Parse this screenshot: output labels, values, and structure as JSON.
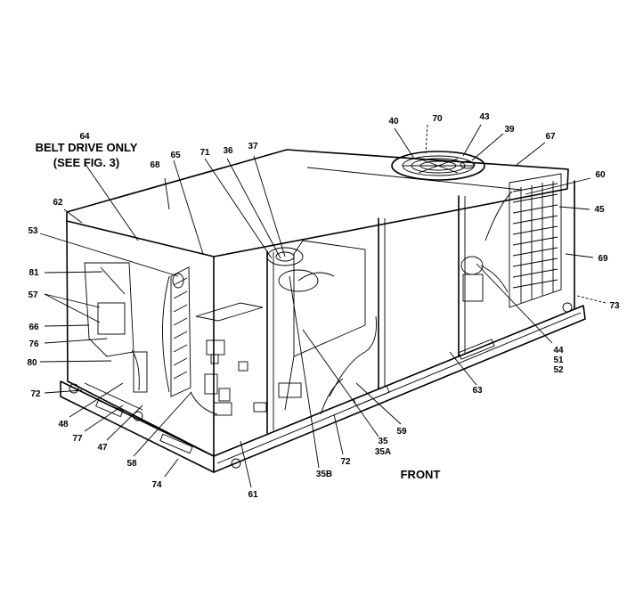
{
  "header_text": "BELT DRIVE ONLY",
  "header_sub": "(SEE FIG. 3)",
  "front_label": "FRONT",
  "callouts": {
    "c64": "64",
    "c68": "68",
    "c65": "65",
    "c71": "71",
    "c36": "36",
    "c37": "37",
    "c40": "40",
    "c70": "70",
    "c43": "43",
    "c39": "39",
    "c67": "67",
    "c60": "60",
    "c45": "45",
    "c69": "69",
    "c73": "73",
    "c44": "44",
    "c51": "51",
    "c52": "52",
    "c62": "62",
    "c53": "53",
    "c81": "81",
    "c57": "57",
    "c66": "66",
    "c76": "76",
    "c80": "80",
    "c72a": "72",
    "c48": "48",
    "c77": "77",
    "c47": "47",
    "c58": "58",
    "c74": "74",
    "c61": "61",
    "c35b": "35B",
    "c72b": "72",
    "c35": "35",
    "c35a": "35A",
    "c59": "59",
    "c63": "63"
  }
}
